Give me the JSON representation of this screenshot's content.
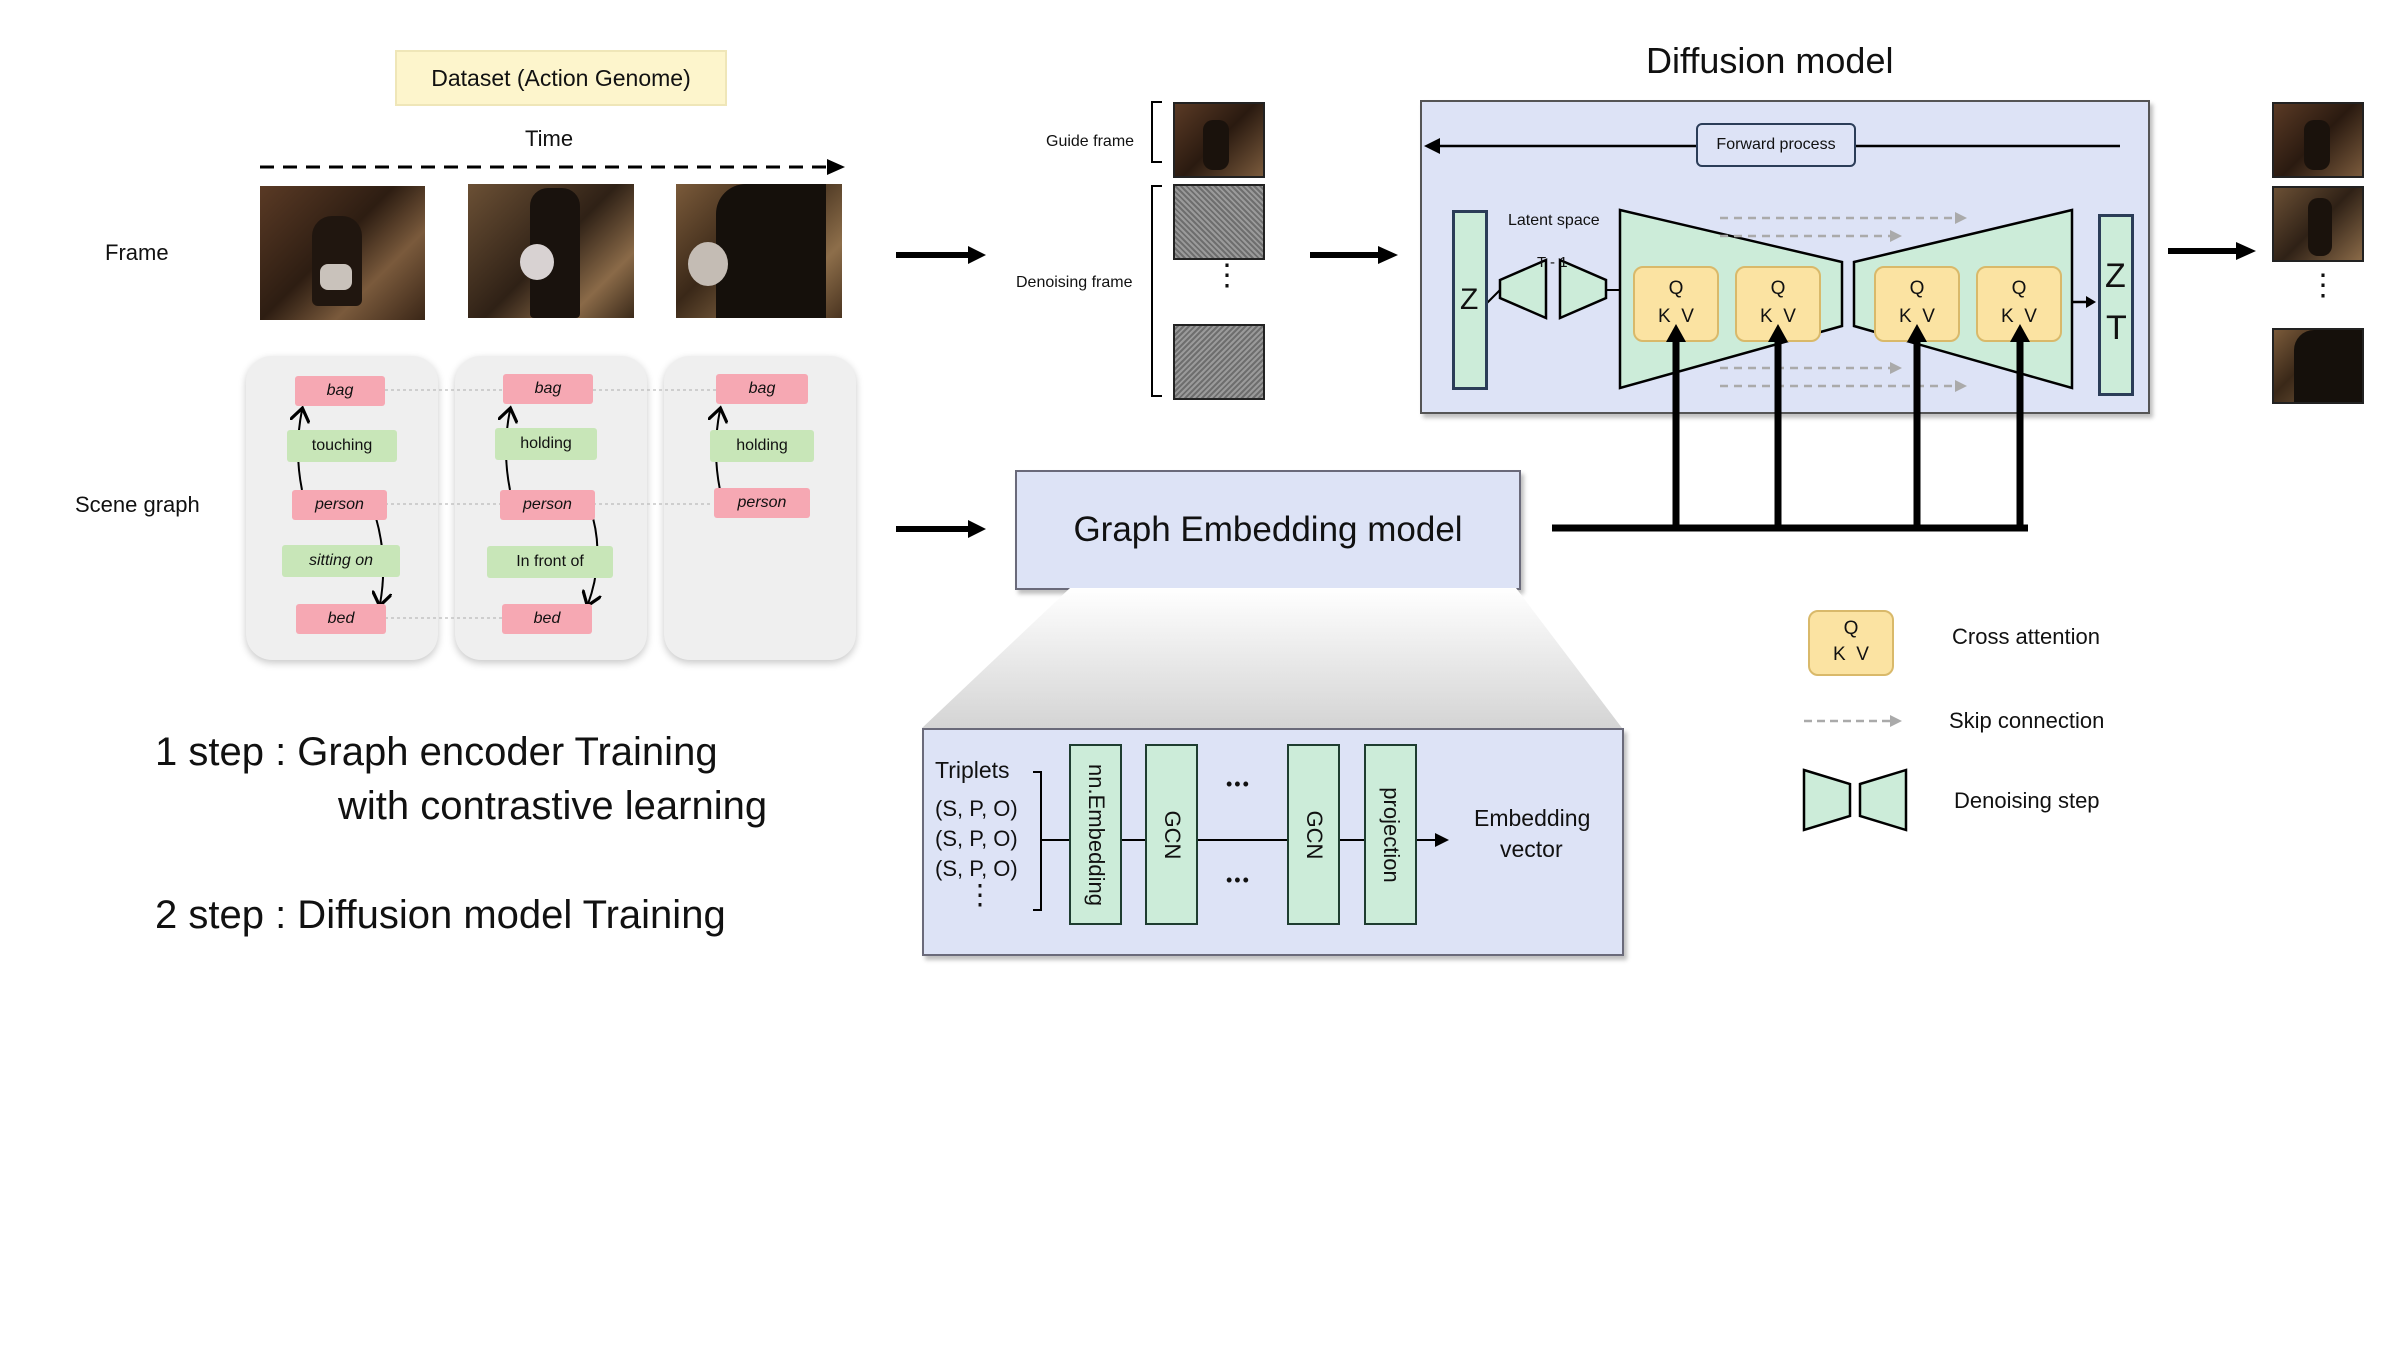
{
  "dataset": {
    "title": "Dataset (Action Genome)"
  },
  "labels": {
    "time": "Time",
    "frame": "Frame",
    "scene_graph": "Scene graph"
  },
  "scene_graphs": [
    {
      "bag": "bag",
      "rel1": "touching",
      "person": "person",
      "rel2": "sitting on",
      "bed": "bed"
    },
    {
      "bag": "bag",
      "rel1": "holding",
      "person": "person",
      "rel2": "In front of",
      "bed": "bed"
    },
    {
      "bag": "bag",
      "rel1": "holding",
      "person": "person"
    }
  ],
  "steps": {
    "step1_line1": "1 step : Graph encoder Training",
    "step1_line2": "with contrastive learning",
    "step2": "2 step : Diffusion model Training"
  },
  "inputs": {
    "guide_frame": "Guide frame",
    "denoising_frame": "Denoising frame"
  },
  "graph_embedding": {
    "title": "Graph Embedding model"
  },
  "embedding_detail": {
    "triplets_label": "Triplets",
    "triplets": [
      "(S, P, O)",
      "(S, P, O)",
      "(S, P, O)"
    ],
    "layers": [
      "nn.Embedding",
      "GCN",
      "GCN",
      "projection"
    ],
    "ellipsis": "•••",
    "output_line1": "Embedding",
    "output_line2": "vector"
  },
  "diffusion": {
    "title": "Diffusion model",
    "forward_process": "Forward process",
    "latent_space": "Latent space",
    "t_minus_1": "T - 1",
    "z_left": "Z",
    "z_right": "Z",
    "t_right": "T",
    "qkv": {
      "q": "Q",
      "k": "K",
      "v": "V"
    }
  },
  "legend": {
    "cross_attention": "Cross attention",
    "skip_connection": "Skip connection",
    "denoising_step": "Denoising step"
  },
  "colors": {
    "dataset_bg": "#fdf5cc",
    "object_node": "#f6a8b3",
    "relation_node": "#c8e6b8",
    "model_bg": "#dde3f6",
    "unet_fill": "#ccecd9",
    "attention": "#fbe3a2"
  }
}
